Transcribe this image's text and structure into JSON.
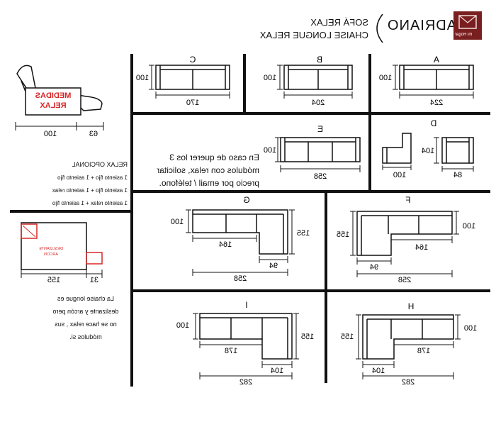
{
  "header": {
    "model": "ADRIANO",
    "subtitle_1": "SOFÁ RELAX",
    "subtitle_2": "CHAISE LONGUE RELAX",
    "logo_text": "mi Hogar"
  },
  "relax_box": {
    "title_1": "MEDIDAS",
    "title_2": "RELAX",
    "dim_depth": "100",
    "dim_extension": "63"
  },
  "relax_opcional": {
    "heading": "RELAX OPCIONAL",
    "lines": [
      "1 asiento fijo + 1 asiento fijo",
      "1 asiento fijo + 1 asiento relax",
      "1 asiento relax + 1 asiento fijo"
    ]
  },
  "chaise_detail": {
    "label_1": "DESLIZANTE",
    "label_2": "ARCON",
    "dim_length": "155",
    "dim_extension": "31",
    "note_lines": [
      "La chaise longue es",
      "deslizante y arcón pero",
      "no se hace relax , sus",
      "módulos si."
    ]
  },
  "modules": {
    "A": {
      "label": "A",
      "width": "224",
      "depth": "100"
    },
    "B": {
      "label": "B",
      "width": "204",
      "depth": "100"
    },
    "C": {
      "label": "C",
      "width": "170",
      "depth": "100"
    },
    "D": {
      "label": "D",
      "width": "84",
      "depth": "104",
      "corner": "100"
    },
    "E": {
      "label": "E",
      "width": "258",
      "depth": "100"
    },
    "F": {
      "label": "F",
      "width": "258",
      "depth": "100",
      "inner": "164",
      "chaise": "155",
      "chaise_w": "94"
    },
    "G": {
      "label": "G",
      "width": "258",
      "depth": "100",
      "inner": "164",
      "chaise": "155",
      "chaise_w": "94"
    },
    "H": {
      "label": "H",
      "width": "282",
      "depth": "100",
      "inner": "178",
      "chaise": "155",
      "chaise_w": "104"
    },
    "I": {
      "label": "I",
      "width": "282",
      "depth": "100",
      "inner": "178",
      "chaise": "155",
      "chaise_w": "104"
    }
  },
  "info_text": {
    "lines": [
      "En caso de querer los 3",
      "módulos con relax, solicitar",
      "precio por email / teléfono."
    ]
  },
  "colors": {
    "ink": "#111111",
    "relax_red": "#d62828",
    "logo_bg": "#7a1f1f"
  }
}
